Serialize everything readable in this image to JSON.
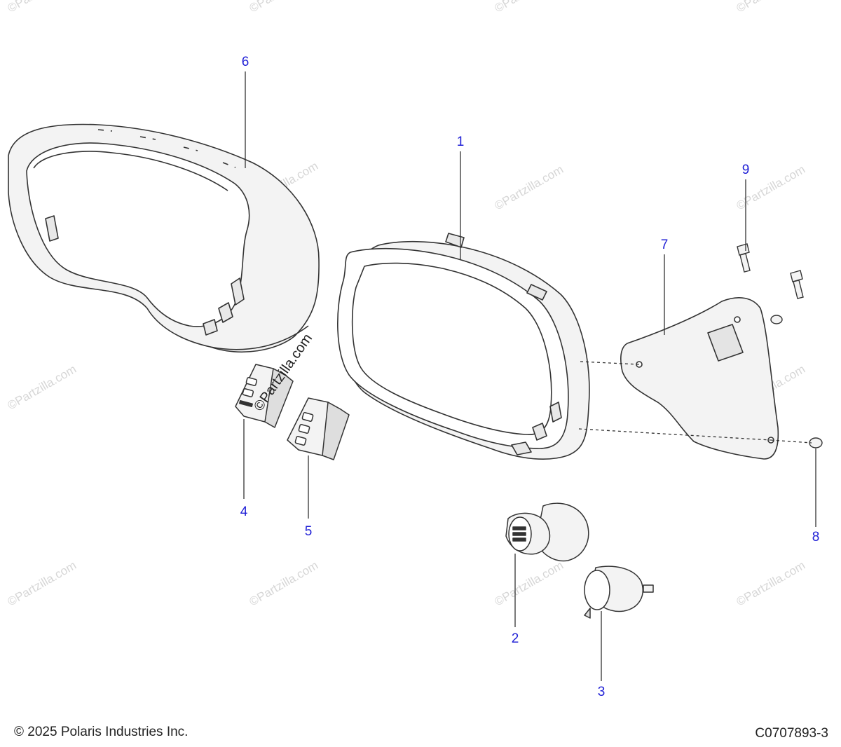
{
  "callouts": {
    "c1": "1",
    "c2": "2",
    "c3": "3",
    "c4": "4",
    "c5": "5",
    "c6": "6",
    "c7": "7",
    "c8": "8",
    "c9": "9"
  },
  "watermark": {
    "text": "©Partzilla.com",
    "strong_text": "©Partzilla.com"
  },
  "footer": {
    "copyright": "© 2025 Polaris Industries Inc.",
    "figure_id": "C0707893-3"
  },
  "colors": {
    "callout": "#1f1fd6",
    "line": "#333333",
    "part_fill": "#f3f3f3",
    "watermark": "#d6d6d6"
  }
}
